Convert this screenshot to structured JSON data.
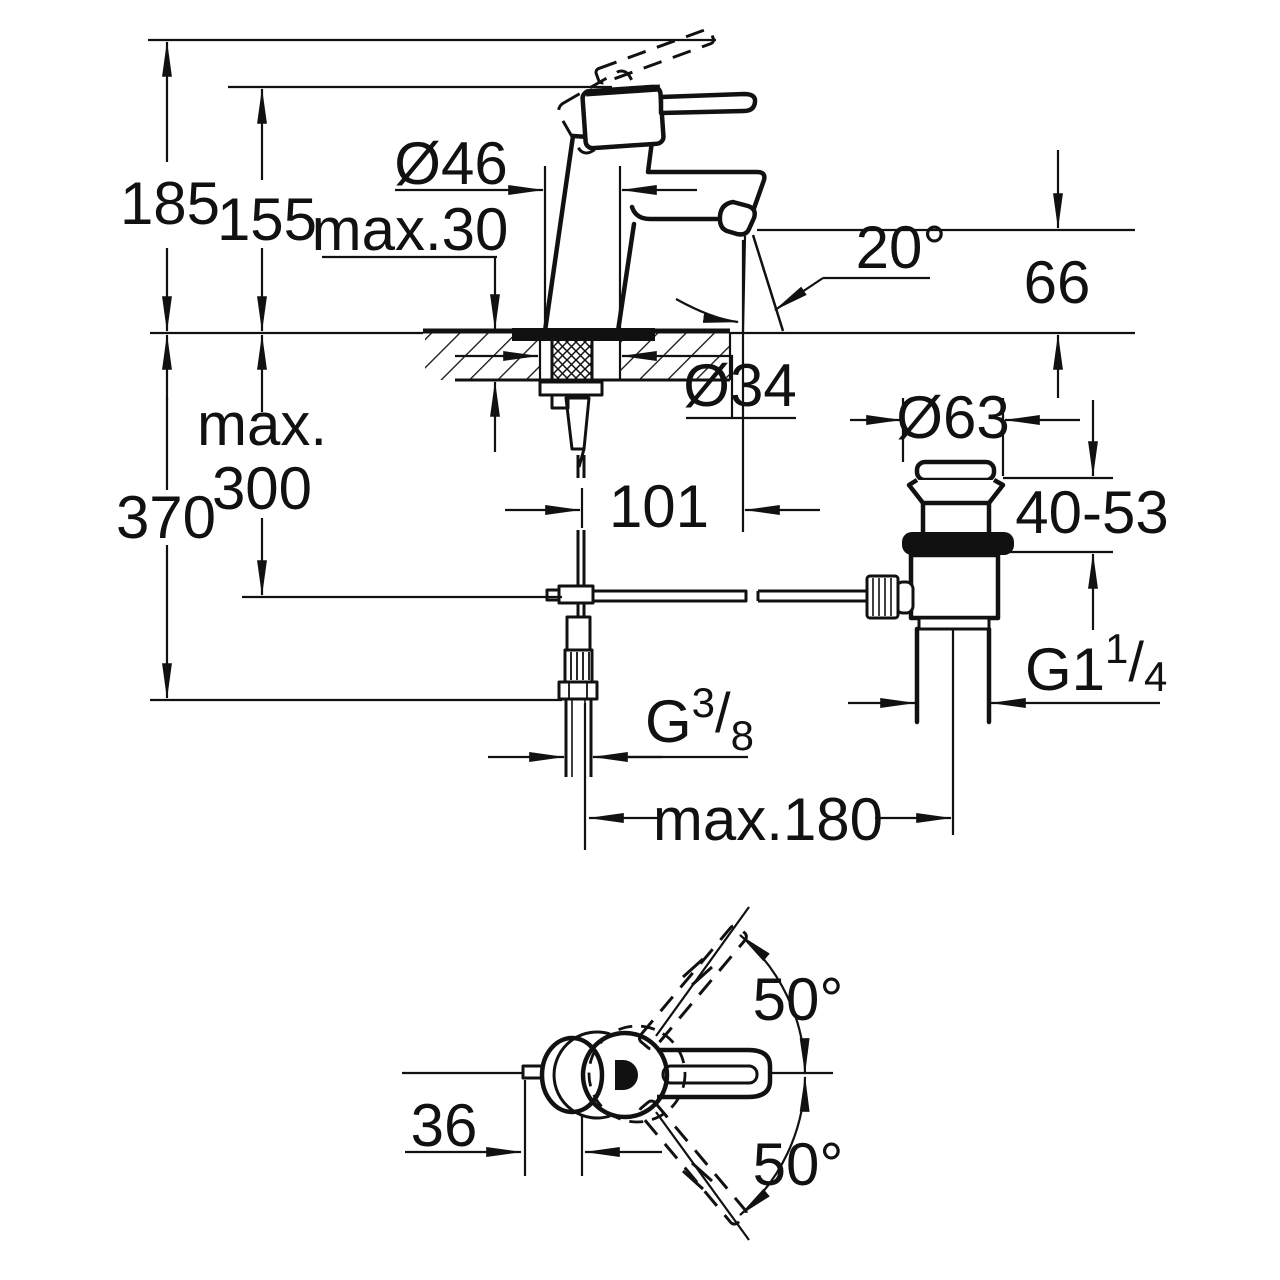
{
  "drawing": {
    "background": "#ffffff",
    "ink": "#111111",
    "dims": {
      "overall_height": "185",
      "handle_height": "155",
      "body_dia": "Ø46",
      "deck_max": "max.30",
      "spout_angle": "20°",
      "outlet_height": "66",
      "hole_dia": "Ø34",
      "hose_label": "max.",
      "hose_value": "300",
      "install_depth": "370",
      "spout_reach": "101",
      "waste_dia": "Ø63",
      "clamp_range": "40-53",
      "center_max": "max.180",
      "swing_upper": "50°",
      "handle_offset": "36",
      "swing_lower": "50°",
      "waste_thread": {
        "main": "G1",
        "sup": "1",
        "slash": "/",
        "sub": "4"
      },
      "supply_thread": {
        "main": "G",
        "sup": "3",
        "slash": "/",
        "sub": "8"
      }
    }
  }
}
